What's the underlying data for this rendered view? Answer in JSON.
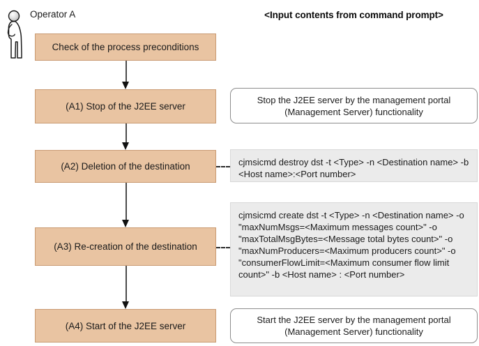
{
  "diagram": {
    "actor": {
      "icon": "person-standing-icon",
      "label": "Operator A"
    },
    "column_header": "<Input contents from command prompt>",
    "colors": {
      "process_fill": "#e9c4a2",
      "process_border": "#c99a72",
      "note_fill": "#ebebeb",
      "rounded_note_fill": "#ffffff",
      "arrow": "#4a4a4a",
      "text": "#1a1a1a"
    },
    "steps": [
      {
        "id": "p0",
        "label": "Check of the process preconditions"
      },
      {
        "id": "p1",
        "label": "(A1) Stop of the J2EE server"
      },
      {
        "id": "p2",
        "label": "(A2) Deletion of the destination"
      },
      {
        "id": "p3",
        "label": "(A3) Re-creation of the destination"
      },
      {
        "id": "p4",
        "label": "(A4) Start of the J2EE server"
      }
    ],
    "notes": [
      {
        "id": "n1",
        "kind": "rounded",
        "text": "Stop the J2EE server by the management portal (Management Server) functionality"
      },
      {
        "id": "n2",
        "kind": "command",
        "text": "cjmsicmd destroy dst -t <Type> -n <Destination name> -b <Host name>:<Port number>"
      },
      {
        "id": "n3",
        "kind": "command",
        "text": "cjmsicmd create dst -t <Type> -n <Destination name> -o \"maxNumMsgs=<Maximum messages count>\" -o \"maxTotalMsgBytes=<Message total bytes count>\" -o \"maxNumProducers=<Maximum producers count>\" -o \"consumerFlowLimit=<Maximum consumer flow limit count>\" -b <Host name> : <Port number>"
      },
      {
        "id": "n4",
        "kind": "rounded",
        "text": "Start the J2EE server by the management portal (Management Server) functionality"
      }
    ],
    "connectors": {
      "arrows": [
        "p0-to-p1",
        "p1-to-p2",
        "p2-to-p3",
        "p3-to-p4"
      ],
      "dashed": [
        "p2-to-n2",
        "p3-to-n3"
      ]
    }
  }
}
